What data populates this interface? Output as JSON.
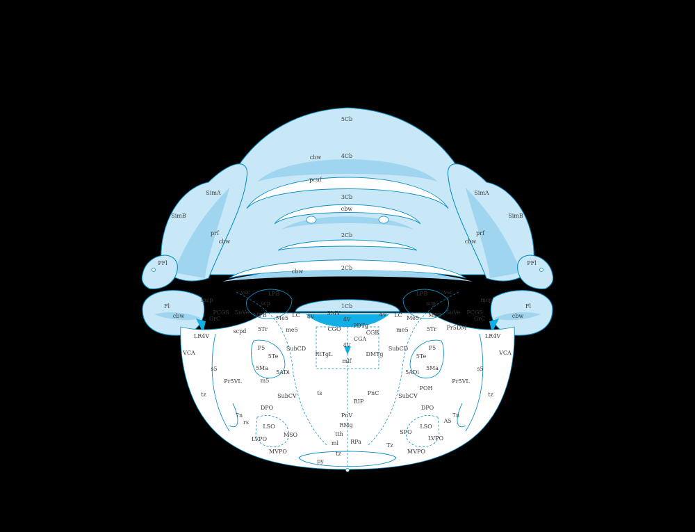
{
  "colors": {
    "background": "#000000",
    "tissue": "#ffffff",
    "outline": "#0a8fc4",
    "cortex": "#c9e8f7",
    "white_matter": "#9fd5ef",
    "ventricle": "#12aee6",
    "label": "#3a3a3a"
  },
  "labels": [
    {
      "name": "label-5cb",
      "text": "5Cb"
    },
    {
      "name": "label-4cb",
      "text": "4Cb"
    },
    {
      "name": "label-cbw-top",
      "text": "cbw"
    },
    {
      "name": "label-pcuf",
      "text": "pcuf"
    },
    {
      "name": "label-3cb",
      "text": "3Cb"
    },
    {
      "name": "label-cbw-3",
      "text": "cbw"
    },
    {
      "name": "label-2cb-upper",
      "text": "2Cb"
    },
    {
      "name": "label-2cb-lower",
      "text": "2Cb"
    },
    {
      "name": "label-cbw-2",
      "text": "cbw"
    },
    {
      "name": "label-1cb",
      "text": "1Cb"
    },
    {
      "name": "label-sima-left",
      "text": "SimA"
    },
    {
      "name": "label-sima-right",
      "text": "SimA"
    },
    {
      "name": "label-simb-left",
      "text": "SimB"
    },
    {
      "name": "label-simb-right",
      "text": "SimB"
    },
    {
      "name": "label-prf-left",
      "text": "prf"
    },
    {
      "name": "label-prf-right",
      "text": "prf"
    },
    {
      "name": "label-cbw-left",
      "text": "cbw"
    },
    {
      "name": "label-cbw-right",
      "text": "cbw"
    },
    {
      "name": "label-pfl-left",
      "text": "PFl"
    },
    {
      "name": "label-pfl-right",
      "text": "PFl"
    },
    {
      "name": "label-fl-left",
      "text": "Fl"
    },
    {
      "name": "label-fl-right",
      "text": "Fl"
    },
    {
      "name": "label-cbw-fl-left",
      "text": "cbw"
    },
    {
      "name": "label-cbw-fl-right",
      "text": "cbw"
    },
    {
      "name": "label-mcp-left",
      "text": "mcp"
    },
    {
      "name": "label-mcp-right",
      "text": "mcp"
    },
    {
      "name": "label-vsc-left",
      "text": "vsc"
    },
    {
      "name": "label-vsc-right",
      "text": "vsc"
    },
    {
      "name": "label-lpb-left",
      "text": "LPB"
    },
    {
      "name": "label-lpb-right",
      "text": "LPB"
    },
    {
      "name": "label-scp-left",
      "text": "scp"
    },
    {
      "name": "label-scp-right",
      "text": "scp"
    },
    {
      "name": "label-pcgs-left",
      "text": "PCGS"
    },
    {
      "name": "label-pcgs-right",
      "text": "PCGS"
    },
    {
      "name": "label-suve-left",
      "text": "SuVe"
    },
    {
      "name": "label-suve-right",
      "text": "SuVe"
    },
    {
      "name": "label-grc-left",
      "text": "GrC"
    },
    {
      "name": "label-grc-right",
      "text": "GrC"
    },
    {
      "name": "label-mpb-left",
      "text": "MPB"
    },
    {
      "name": "label-mpb-right",
      "text": "MPB"
    },
    {
      "name": "label-me5-left",
      "text": "Me5"
    },
    {
      "name": "label-me5-right",
      "text": "Me5"
    },
    {
      "name": "label-lc-left",
      "text": "LC"
    },
    {
      "name": "label-lc-right",
      "text": "LC"
    },
    {
      "name": "label-smv",
      "text": "SMV"
    },
    {
      "name": "label-4v-left",
      "text": "4V"
    },
    {
      "name": "label-4v-center",
      "text": "4V"
    },
    {
      "name": "label-4v-right",
      "text": "4V"
    },
    {
      "name": "label-5tr-left",
      "text": "5Tr"
    },
    {
      "name": "label-5tr-right",
      "text": "5Tr"
    },
    {
      "name": "label-me5-lower-left",
      "text": "me5"
    },
    {
      "name": "label-me5-lower-right",
      "text": "me5"
    },
    {
      "name": "label-pdtg",
      "text": "PDTg"
    },
    {
      "name": "label-cgo",
      "text": "CGO"
    },
    {
      "name": "label-cgb",
      "text": "CGB"
    },
    {
      "name": "label-cga",
      "text": "CGA"
    },
    {
      "name": "label-scpd",
      "text": "scpd"
    },
    {
      "name": "label-pr5dm",
      "text": "Pr5DM"
    },
    {
      "name": "label-lr4v-left",
      "text": "LR4V"
    },
    {
      "name": "label-lr4v-right",
      "text": "LR4V"
    },
    {
      "name": "label-4v-lower",
      "text": "4V"
    },
    {
      "name": "label-subcd-left",
      "text": "SubCD"
    },
    {
      "name": "label-subcd-right",
      "text": "SubCD"
    },
    {
      "name": "label-p5-left",
      "text": "P5"
    },
    {
      "name": "label-p5-right",
      "text": "P5"
    },
    {
      "name": "label-vca-left",
      "text": "VCA"
    },
    {
      "name": "label-vca-right",
      "text": "VCA"
    },
    {
      "name": "label-5te-left",
      "text": "5Te"
    },
    {
      "name": "label-5te-right",
      "text": "5Te"
    },
    {
      "name": "label-rttg",
      "text": "RtTgL"
    },
    {
      "name": "label-dmtg",
      "text": "DMTg"
    },
    {
      "name": "label-mlf",
      "text": "mlf"
    },
    {
      "name": "label-s5-left",
      "text": "s5"
    },
    {
      "name": "label-s5-right",
      "text": "s5"
    },
    {
      "name": "label-5ma-left",
      "text": "5Ma"
    },
    {
      "name": "label-5ma-right",
      "text": "5Ma"
    },
    {
      "name": "label-5adi-left",
      "text": "5ADi"
    },
    {
      "name": "label-5adi-right",
      "text": "5ADi"
    },
    {
      "name": "label-m5",
      "text": "m5"
    },
    {
      "name": "label-pr5vl-left",
      "text": "Pr5VL"
    },
    {
      "name": "label-pr5vl-right",
      "text": "Pr5VL"
    },
    {
      "name": "label-poh",
      "text": "POH"
    },
    {
      "name": "label-ts",
      "text": "ts"
    },
    {
      "name": "label-pnc",
      "text": "PnC"
    },
    {
      "name": "label-subcv-left",
      "text": "SubCV"
    },
    {
      "name": "label-subcv-right",
      "text": "SubCV"
    },
    {
      "name": "label-tz-left",
      "text": "tz"
    },
    {
      "name": "label-tz-right",
      "text": "tz"
    },
    {
      "name": "label-rip",
      "text": "RIP"
    },
    {
      "name": "label-dpo-left",
      "text": "DPO"
    },
    {
      "name": "label-dpo-right",
      "text": "DPO"
    },
    {
      "name": "label-7n-left",
      "text": "7n"
    },
    {
      "name": "label-7n-right",
      "text": "7n"
    },
    {
      "name": "label-pnv",
      "text": "PnV"
    },
    {
      "name": "label-rs",
      "text": "rs"
    },
    {
      "name": "label-a5",
      "text": "A5"
    },
    {
      "name": "label-rmg",
      "text": "RMg"
    },
    {
      "name": "label-lso-left",
      "text": "LSO"
    },
    {
      "name": "label-lso-right",
      "text": "LSO"
    },
    {
      "name": "label-mso",
      "text": "MSO"
    },
    {
      "name": "label-spo",
      "text": "SPO"
    },
    {
      "name": "label-tth",
      "text": "tth"
    },
    {
      "name": "label-lvpo-left",
      "text": "LVPO"
    },
    {
      "name": "label-lvpo-right",
      "text": "LVPO"
    },
    {
      "name": "label-ml",
      "text": "ml"
    },
    {
      "name": "label-rpa",
      "text": "RPa"
    },
    {
      "name": "label-tz-lower-right",
      "text": "Tz"
    },
    {
      "name": "label-mvpo-left",
      "text": "MVPO"
    },
    {
      "name": "label-mvpo-right",
      "text": "MVPO"
    },
    {
      "name": "label-tz-bottom",
      "text": "tz"
    },
    {
      "name": "label-py",
      "text": "py"
    }
  ]
}
